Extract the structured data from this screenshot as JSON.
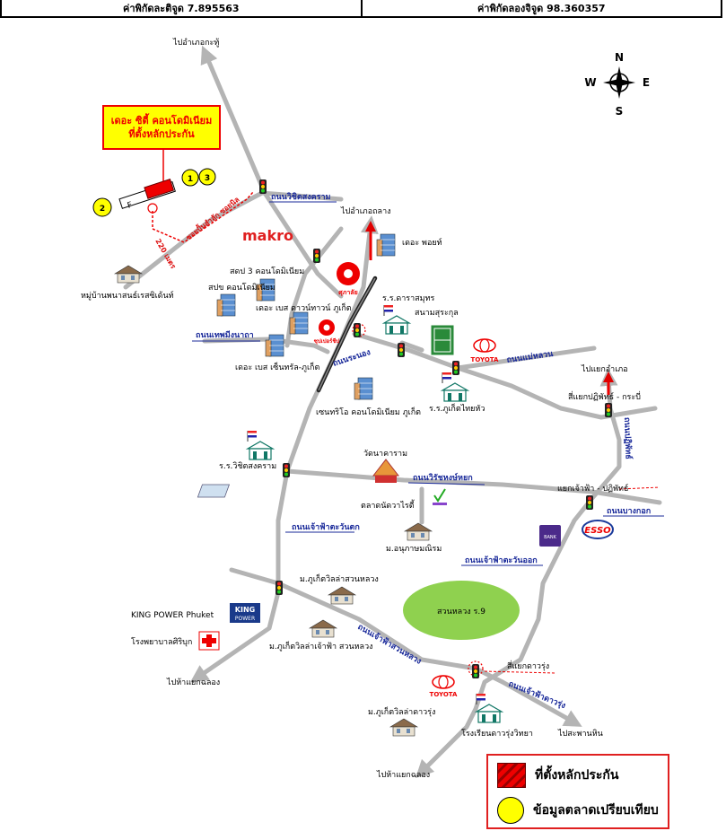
{
  "header": {
    "latitude": "ค่าพิกัดละติจูด 7.895563",
    "longitude": "ค่าพิกัดลองจิจูด 98.360357"
  },
  "compass": {
    "n": "N",
    "s": "S",
    "e": "E",
    "w": "W"
  },
  "collateral": {
    "line1": "เดอะ ซิตี้ คอนโดมิเนียม",
    "line2": "ที่ตั้งหลักประกัน",
    "markers": [
      "1",
      "3",
      "2"
    ],
    "lane": "ซอยปั้นสำลัก ซอยนิล",
    "distance": "220 เมตร"
  },
  "places": {
    "kathu": "ไปอำเภอกะทู้",
    "muang": "ไปอำเภอถลาง",
    "makro": "makro",
    "the_point": "เดอะ พอยท์",
    "supalai": "ศุภาลัย",
    "sup_city": "ซุปเปอร์ชีป",
    "sagwan": "ร.ร.ดาราสมุทร",
    "stadium": "สนามสุระกุล",
    "toyota1": "TOYOTA",
    "condo3": "สดป 3 คอนโดมิเนียม",
    "condo_p": "สปข คอนโดมิเนียม",
    "base_town": "เดอะ เบส ดาวน์ทาวน์ ภูเก็ต",
    "village": "หมู่บ้านพนาสนธ์เรสซิเด้นท์",
    "base_central": "เดอะ เบส เซ็นทรัล-ภูเก็ต",
    "centrio": "เซนทริโอ คอนโดมิเนียม ภูเก็ต",
    "phuket_tech": "ร.ร.ภูเก็ตไทยหัว",
    "to_airport": "ไปแยกอำเภอ",
    "sam_yaek": "สี่แยกปฏิพัทธ์ - กระบี่",
    "wichit_school": "ร.ร.วิชิตสงคราม",
    "wat": "วัดนาคาราม",
    "market": "ตลาดนัดวาไรตี้",
    "saphan": "แยกเจ้าฟ้า - ปฏิพัทธ์",
    "esso": "ESSO",
    "school_nursing": "ม.อนุภาษมณิรม",
    "suan_luang": "สวนหลวง ร.9",
    "villa_suan": "ม.ภูเก็ตวิลล่าสวนหลวง",
    "king_power": "KING POWER Phuket",
    "king_logo1": "KING",
    "king_logo2": "POWER",
    "hospital": "โรงพยาบาลศิริบุก",
    "villa_chaofa": "ม.ภูเก็ตวิลล่าเจ้าฟ้า สวนหลวง",
    "to_chalong1": "ไปห้าแยกฉลอง",
    "dao_rung": "สี่แยกดาวรุ่ง",
    "toyota2": "TOYOTA",
    "villa_dao": "ม.ภูเก็ตวิลล่าดาวรุ่ง",
    "dao_school": "โรงเรียนดาวรุ่งวิทยา",
    "to_saphan_hin": "ไปสะพานหิน",
    "to_chalong2": "ไปห้าแยกฉลอง",
    "bank": "BANK"
  },
  "roads": {
    "wichit": "ถนนวิชิตสงคราม",
    "muang_ngan": "ถนนเทพมีงนาถา",
    "ranong": "ถนนระนอง",
    "mae_luan": "ถนนแม่หลวน",
    "wirat": "ถนนวิรัชหงษ์หยก",
    "chaofa_west": "ถนนเจ้าฟ้าตะวันตก",
    "chaofa_east": "ถนนเจ้าฟ้าตะวันออก",
    "phattana": "ถนนปฏิพัทธ์",
    "bang_khok": "ถนนบางกอก",
    "chaofa_suan": "ถนนเจ้าฟ้าสวนหลวง",
    "chaofa_dao": "ถนนเจ้าฟ้าดาวรุ่ง"
  },
  "legend": {
    "collateral": "ที่ตั้งหลักประกัน",
    "comparable": "ข้อมูลตลาดเปรียบเทียบ"
  },
  "colors": {
    "road": "#b4b4b4",
    "road_label": "#1a2a9a",
    "highlight": "#ffff00",
    "red": "#e00000",
    "park": "#8fd14f"
  }
}
